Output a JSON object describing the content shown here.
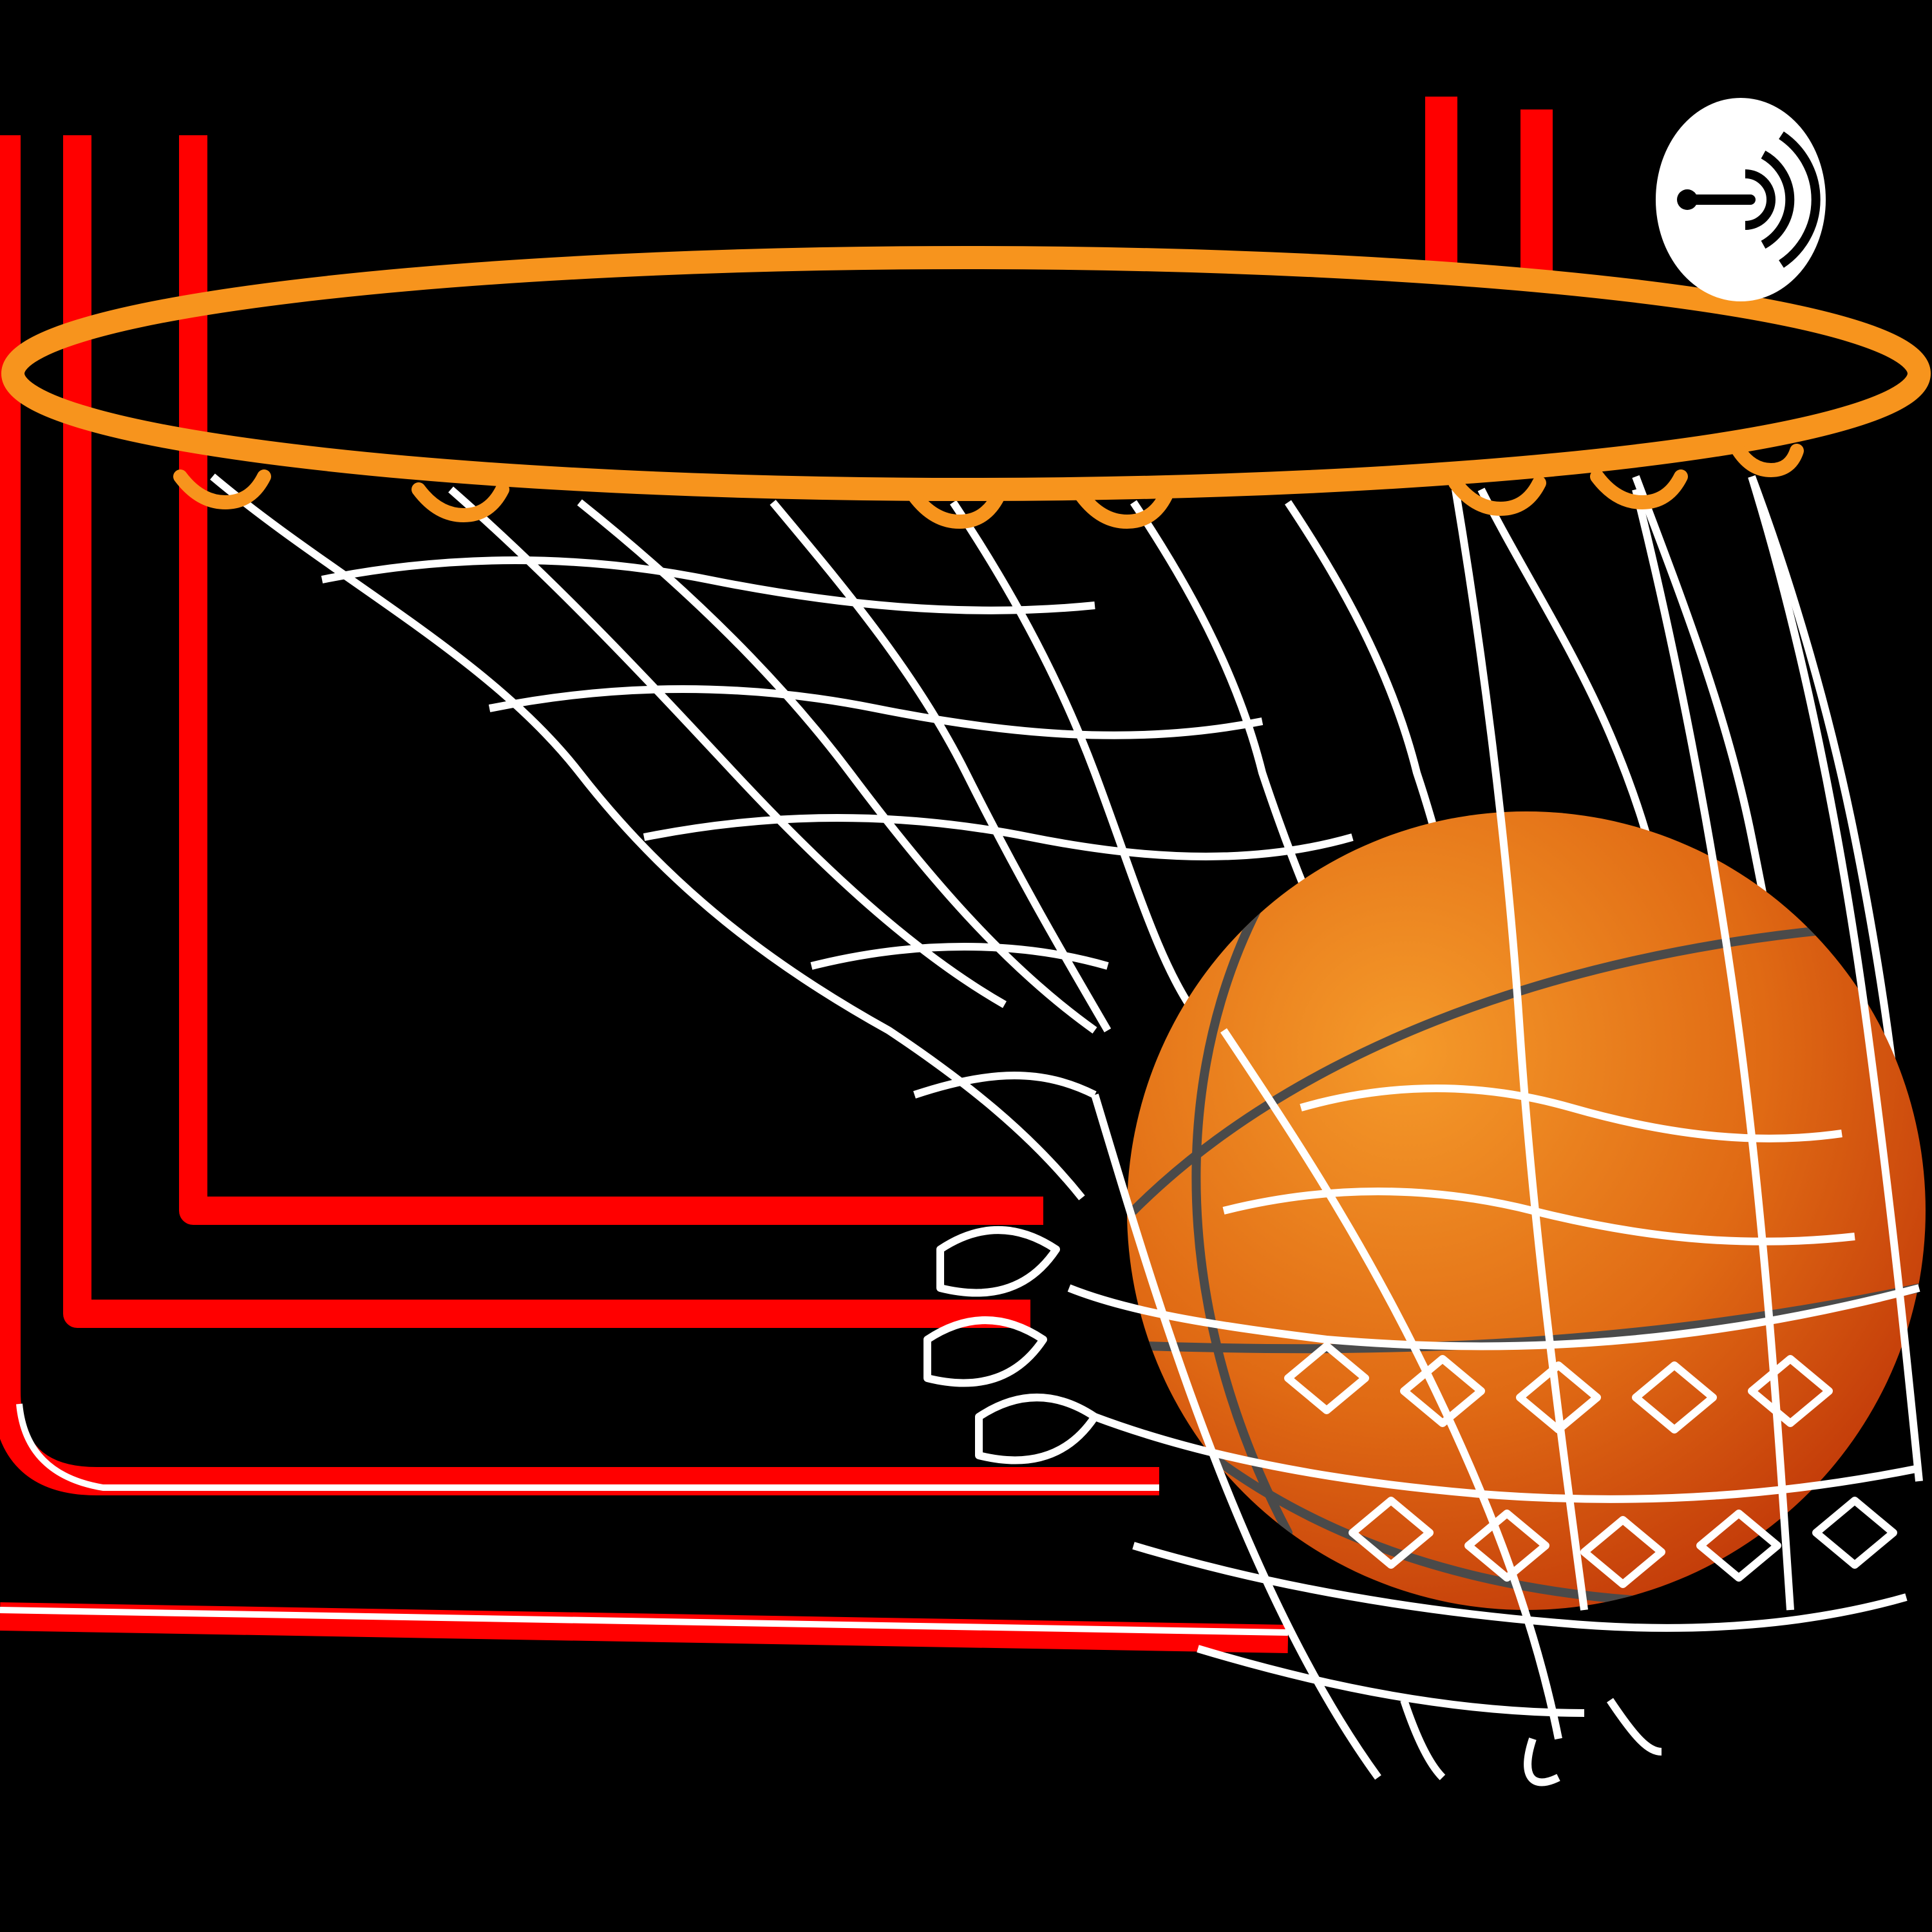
{
  "artwork": {
    "subject": "basketball-swishing-through-hoop",
    "icons": [
      "backboard-lines",
      "hoop-rim",
      "basketball-net",
      "basketball",
      "podcast-badge-icon"
    ]
  },
  "colors": {
    "background": "#000000",
    "backboard_red": "#ff0000",
    "rim_orange": "#f7941d",
    "net_white": "#ffffff",
    "ball_orange_light": "#f59a2a",
    "ball_orange_dark": "#c43d0a",
    "ball_seam": "#4a4a4a",
    "badge_bg": "#ffffff",
    "badge_fg": "#000000"
  }
}
